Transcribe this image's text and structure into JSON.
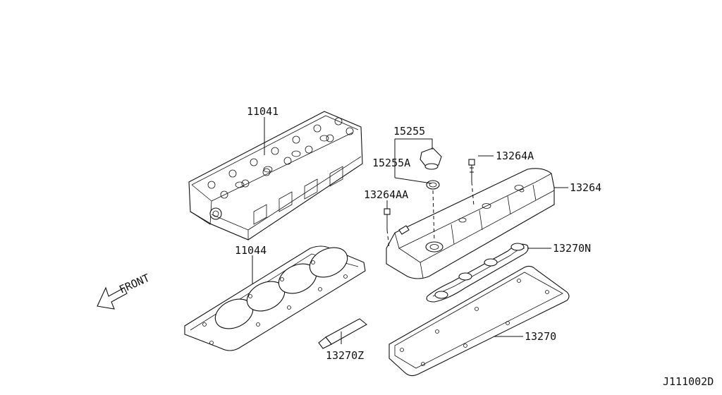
{
  "diagram": {
    "drawing_code": "J111002D",
    "direction_label": "FRONT",
    "parts": [
      {
        "id": "p11041",
        "label": "11041",
        "name": "cylinder-head-assembly"
      },
      {
        "id": "p11044",
        "label": "11044",
        "name": "cylinder-head-gasket"
      },
      {
        "id": "p15255",
        "label": "15255",
        "name": "oil-filler-cap-set"
      },
      {
        "id": "p15255A",
        "label": "15255A",
        "name": "oil-filler-cap"
      },
      {
        "id": "p13264A",
        "label": "13264A",
        "name": "rocker-cover-bolt"
      },
      {
        "id": "p13264",
        "label": "13264",
        "name": "rocker-cover"
      },
      {
        "id": "p13264AA",
        "label": "13264AA",
        "name": "rocker-cover-stud"
      },
      {
        "id": "p13270N",
        "label": "13270N",
        "name": "spark-plug-tube-gasket"
      },
      {
        "id": "p13270",
        "label": "13270",
        "name": "rocker-cover-gasket"
      },
      {
        "id": "p13270Z",
        "label": "13270Z",
        "name": "sealant-tube"
      }
    ]
  }
}
